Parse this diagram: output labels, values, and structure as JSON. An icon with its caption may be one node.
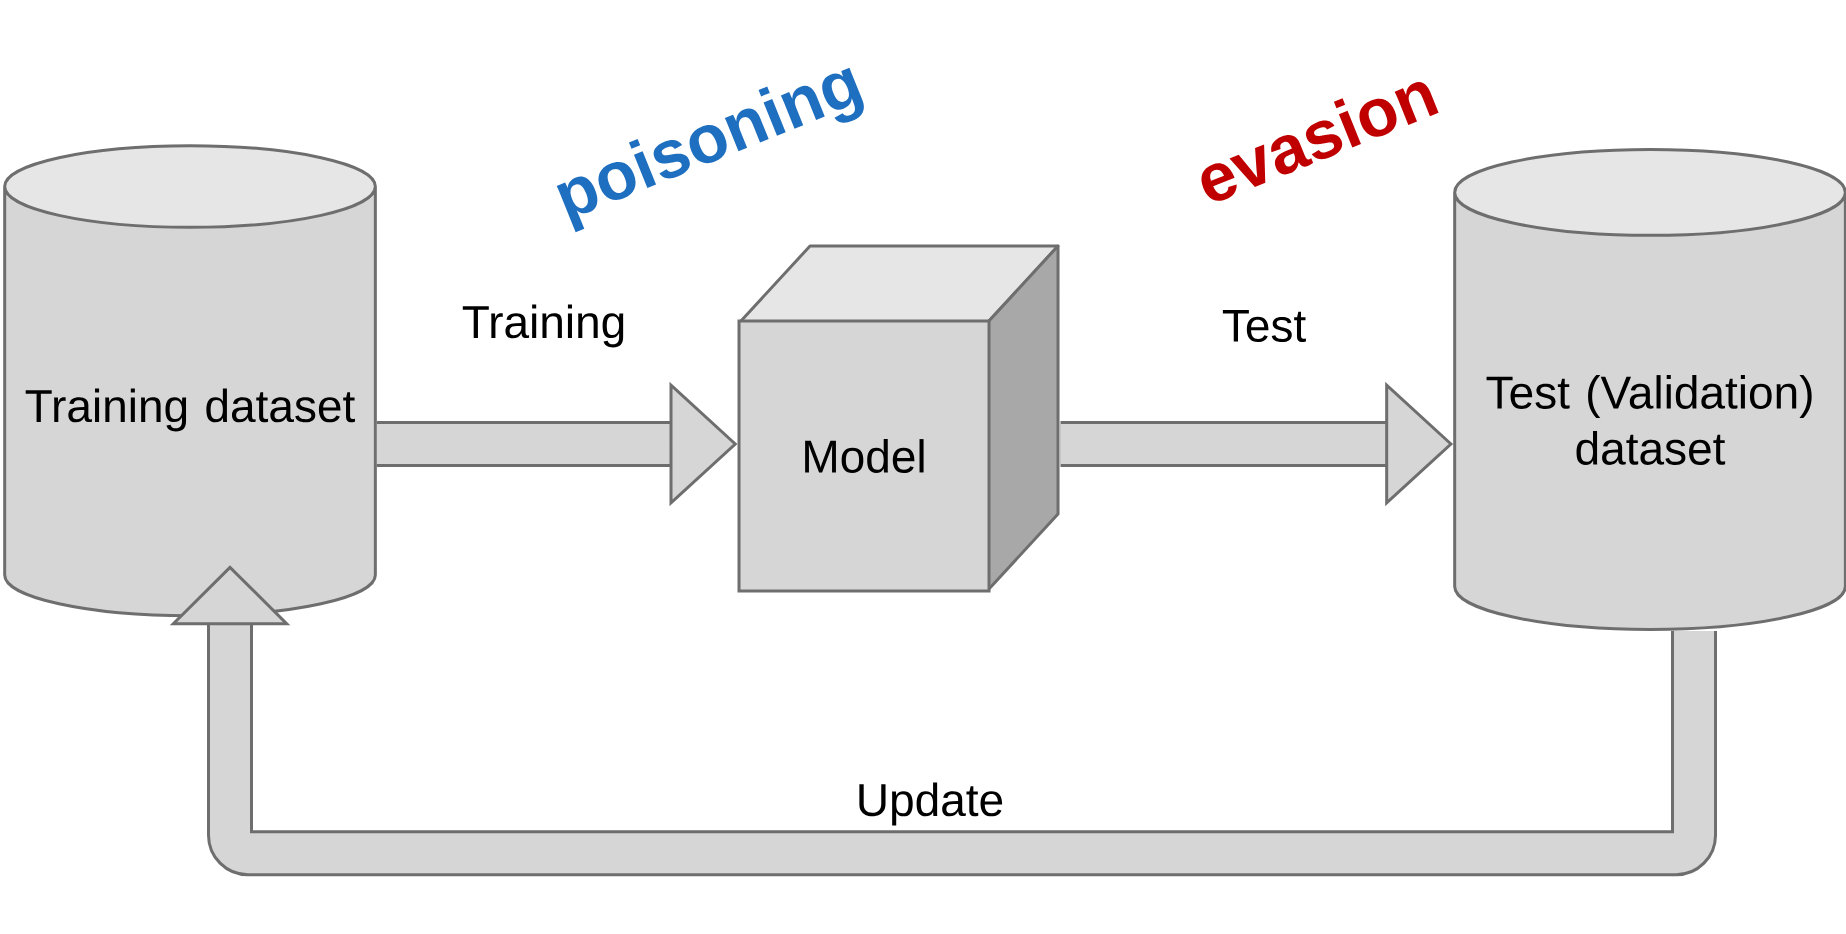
{
  "diagram": {
    "nodes": [
      {
        "text": [
          "Training dataset"
        ]
      },
      {
        "text": [
          "Model"
        ]
      },
      {
        "text": [
          "Test (Validation) dataset"
        ]
      }
    ],
    "edges": [
      {
        "from": 0,
        "to": 1,
        "arrow": "to",
        "label": "Training"
      },
      {
        "from": 1,
        "to": 2,
        "arrow": "to",
        "label": "Test"
      },
      {
        "from": 2,
        "to": 0,
        "arrow": "to",
        "label": "Update"
      }
    ],
    "labels": [
      "poisoning",
      "evasion"
    ]
  }
}
